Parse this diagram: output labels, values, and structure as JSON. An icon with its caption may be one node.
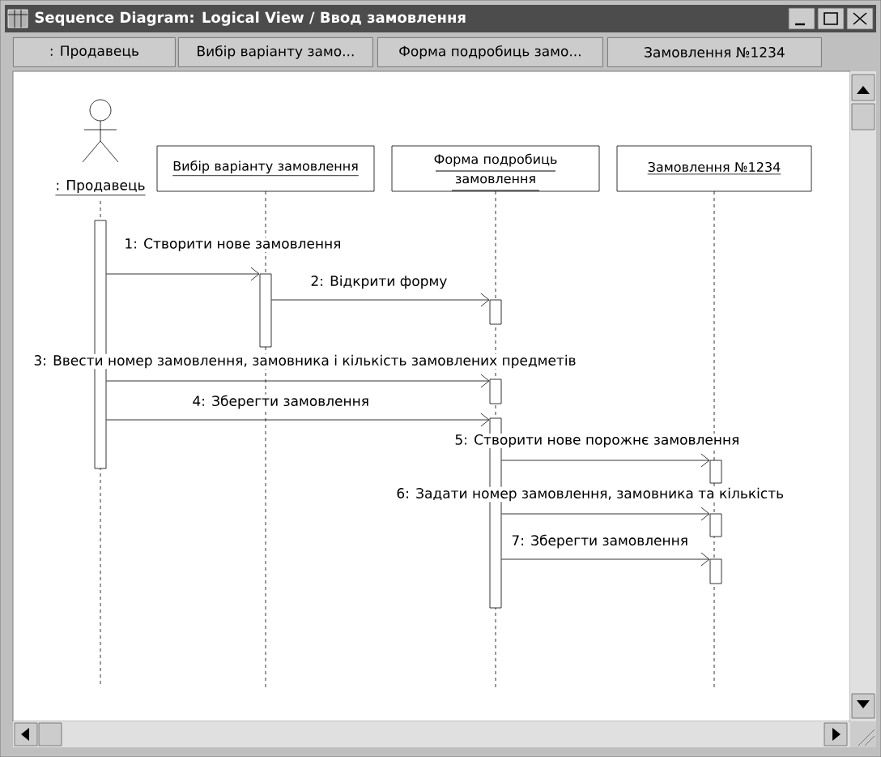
{
  "diagram": {
    "title": "Sequence Diagram: Logical View / Ввод замовлення",
    "nodes": [
      {
        "text": [
          ": Продавець"
        ]
      },
      {
        "text": [
          "Вибір варіанту замовлення"
        ]
      },
      {
        "text": [
          "Форма подробиць замовлення"
        ]
      },
      {
        "text": [
          "Замовлення №1234"
        ]
      },
      {
        "text": [],
        "shape": "bar"
      },
      {
        "text": [],
        "shape": "bar"
      },
      {
        "text": [],
        "shape": "bar"
      },
      {
        "text": [],
        "shape": "bar"
      },
      {
        "text": [],
        "shape": "bar"
      },
      {
        "text": [],
        "shape": "bar"
      },
      {
        "text": [],
        "shape": "bar"
      },
      {
        "text": [],
        "shape": "bar"
      }
    ],
    "edges": [
      {
        "from": 4,
        "to": 5,
        "arrow": "to",
        "label": "1: Створити нове замовлення"
      },
      {
        "from": 5,
        "to": 6,
        "arrow": "to",
        "label": "2: Відкрити форму"
      },
      {
        "from": 4,
        "to": 7,
        "arrow": "to",
        "label": "3: Ввести номер замовлення, замовника і кількість замовлених предметів"
      },
      {
        "from": 4,
        "to": 8,
        "arrow": "to",
        "label": "4: Зберегти замовлення"
      },
      {
        "from": 8,
        "to": 9,
        "arrow": "to",
        "label": "5: Створити нове порожнє замовлення"
      },
      {
        "from": 8,
        "to": 10,
        "arrow": "to",
        "label": "6: Задати номер замовлення, замовника та кількість"
      },
      {
        "from": 8,
        "to": 11,
        "arrow": "to",
        "label": "7: Зберегти замовлення"
      }
    ],
    "labels": [
      ": Продавець",
      "Вибір варіанту замо...",
      "Форма подробиць замо...",
      "Замовлення №1234"
    ]
  }
}
